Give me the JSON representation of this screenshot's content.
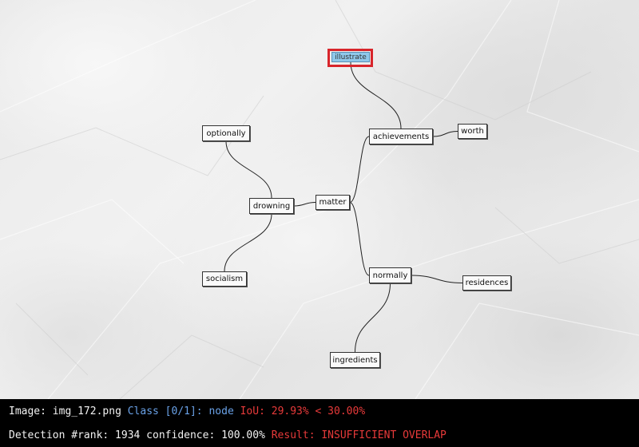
{
  "diagram": {
    "nodes": [
      {
        "id": "illustrate",
        "label": "illustrate",
        "highlighted": true
      },
      {
        "id": "achievements",
        "label": "achievements"
      },
      {
        "id": "worth",
        "label": "worth"
      },
      {
        "id": "optionally",
        "label": "optionally"
      },
      {
        "id": "drowning",
        "label": "drowning"
      },
      {
        "id": "matter",
        "label": "matter"
      },
      {
        "id": "socialism",
        "label": "socialism"
      },
      {
        "id": "normally",
        "label": "normally"
      },
      {
        "id": "residences",
        "label": "residences"
      },
      {
        "id": "ingredients",
        "label": "ingredients"
      }
    ],
    "edges": [
      [
        "illustrate",
        "achievements"
      ],
      [
        "achievements",
        "worth"
      ],
      [
        "achievements",
        "matter"
      ],
      [
        "matter",
        "drowning"
      ],
      [
        "drowning",
        "optionally"
      ],
      [
        "drowning",
        "socialism"
      ],
      [
        "matter",
        "normally"
      ],
      [
        "normally",
        "residences"
      ],
      [
        "normally",
        "ingredients"
      ]
    ],
    "prediction_color": "#d8252b",
    "highlight_color": "#8fc8ea"
  },
  "status": {
    "image_label": "Image:",
    "image_name": "img_172.png",
    "class_label": "Class [0/1]: node",
    "iou_text": "IoU: 29.93% < 30.00%",
    "detection_text": "Detection #rank: 1934 confidence: 100.00%",
    "result_text": "Result: INSUFFICIENT OVERLAP"
  },
  "colors": {
    "status_white": "#f2f2f2",
    "status_blue": "#6aa2e8",
    "status_red": "#e83a3a"
  }
}
